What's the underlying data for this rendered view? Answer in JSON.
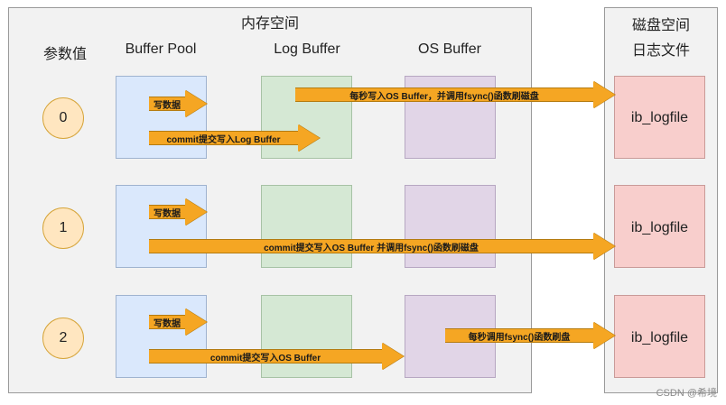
{
  "memory_title": "内存空间",
  "disk_title_line1": "磁盘空间",
  "disk_title_line2": "日志文件",
  "col_param": "参数值",
  "col_buffer_pool": "Buffer Pool",
  "col_log_buffer": "Log Buffer",
  "col_os_buffer": "OS Buffer",
  "rows": [
    {
      "value": "0",
      "disk_file": "ib_logfile",
      "arrow_write": "写数据",
      "arrow_commit": "commit提交写入Log Buffer",
      "arrow_flush": "每秒写入OS Buffer，并调用fsync()函数刷磁盘"
    },
    {
      "value": "1",
      "disk_file": "ib_logfile",
      "arrow_write": "写数据",
      "arrow_commit": "commit提交写入OS Buffer 并调用fsync()函数刷磁盘"
    },
    {
      "value": "2",
      "disk_file": "ib_logfile",
      "arrow_write": "写数据",
      "arrow_commit": "commit提交写入OS Buffer",
      "arrow_flush": "每秒调用fsync()函数刷盘"
    }
  ],
  "watermark": "CSDN @希境",
  "colors": {
    "buffer_pool": "#dae8fc",
    "log_buffer": "#d5e8d4",
    "os_buffer": "#e1d5e7",
    "disk": "#f8cecc",
    "arrow": "#f5a623",
    "circle": "#ffe6c0"
  }
}
